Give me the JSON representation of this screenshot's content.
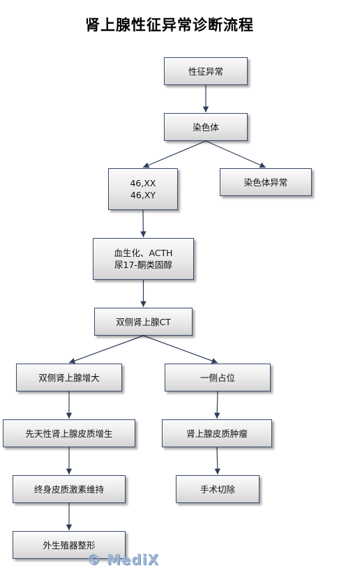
{
  "title": "肾上腺性征异常诊断流程",
  "nodes": {
    "xingzheng": [
      "性征异常"
    ],
    "ranseti": [
      "染色体"
    ],
    "karyotype": [
      "46,XX",
      "46,XY"
    ],
    "ranseti_yichang": [
      "染色体异常"
    ],
    "xueshenghua": [
      "血生化、ACTH",
      "尿17-酮类固醇"
    ],
    "ct": [
      "双侧肾上腺CT"
    ],
    "zengda": [
      "双侧肾上腺增大"
    ],
    "zhanwei": [
      "一侧占位"
    ],
    "xiantian": [
      "先天性肾上腺皮质增生"
    ],
    "zhongliu": [
      "肾上腺皮质肿瘤"
    ],
    "jisu": [
      "终身皮质激素维持"
    ],
    "shoushu": [
      "手术切除"
    ],
    "zhengxing": [
      "外生殖器整形"
    ]
  },
  "edges": [
    [
      "xingzheng",
      "ranseti"
    ],
    [
      "ranseti",
      "karyotype"
    ],
    [
      "ranseti",
      "ranseti_yichang"
    ],
    [
      "karyotype",
      "xueshenghua"
    ],
    [
      "xueshenghua",
      "ct"
    ],
    [
      "ct",
      "zengda"
    ],
    [
      "ct",
      "zhanwei"
    ],
    [
      "zengda",
      "xiantian"
    ],
    [
      "xiantian",
      "jisu"
    ],
    [
      "jisu",
      "zhengxing"
    ],
    [
      "zhanwei",
      "zhongliu"
    ],
    [
      "zhongliu",
      "shoushu"
    ]
  ],
  "watermark": "© MediX",
  "colors": {
    "border": "#3a4a6a",
    "line": "#2e3d5c"
  }
}
